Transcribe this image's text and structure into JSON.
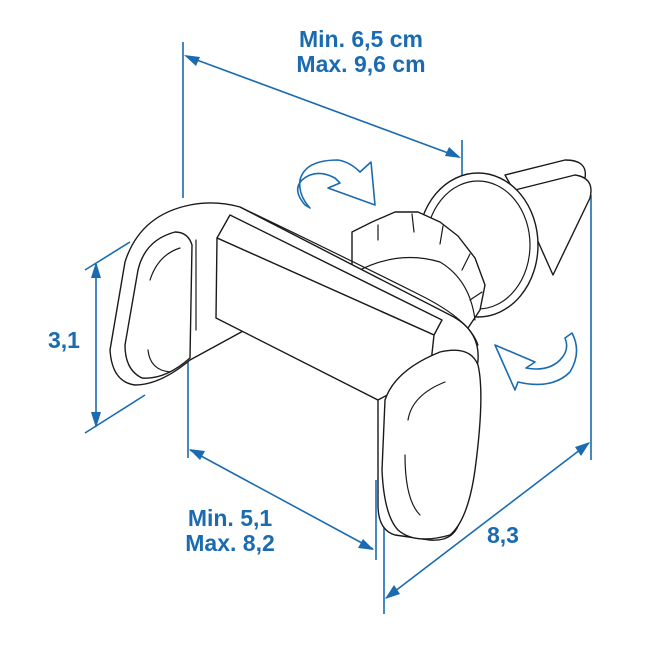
{
  "diagram": {
    "subject": "car air vent phone holder",
    "accent_color": "#1a6bb0",
    "line_color": "#1a1a1a"
  },
  "dimensions": {
    "top_width": {
      "line1": "Min. 6,5 cm",
      "line2": "Max. 9,6 cm"
    },
    "clamp_width": {
      "line1": "Min. 5,1",
      "line2": "Max. 8,2"
    },
    "height": {
      "label": "3,1"
    },
    "depth": {
      "label": "8,3"
    }
  },
  "annotations": {
    "rotation_arrows": [
      "rotate-arrow-upper",
      "rotate-arrow-lower"
    ]
  }
}
